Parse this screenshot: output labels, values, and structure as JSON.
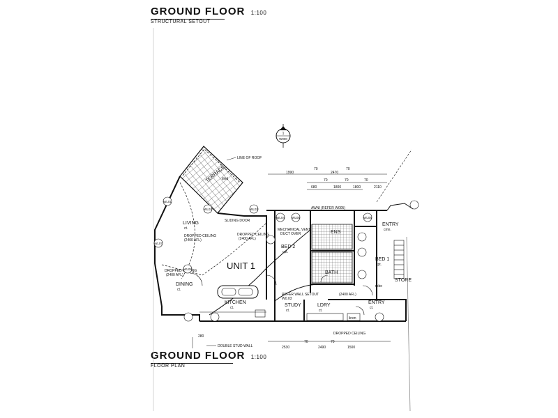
{
  "top_title": {
    "main": "GROUND FLOOR",
    "scale": "1:100",
    "subtitle": "STRUCTURAL SETOUT"
  },
  "bottom_title": {
    "main": "GROUND FLOOR",
    "scale": "1:100",
    "subtitle": "FLOOR PLAN"
  },
  "north_marker": {
    "number": "1",
    "sub": "W000"
  },
  "rooms": {
    "terrace": "TERRACE",
    "terrace_sub": "tiled",
    "living": "LIVING",
    "living_sub": "ct.",
    "living_ceiling": "DROPPED CEILING",
    "living_ceiling_height": "(2400 AFL)",
    "dropped_ceiling_2": "DROPPED CEILING",
    "dropped_ceiling_2_height": "(2400 AFL)",
    "dining_ceiling": "DROPPED CEILING",
    "dining_ceiling_height": "(2400 AFL)",
    "unit": "UNIT 1",
    "dining": "DINING",
    "dining_sub": "ct.",
    "kitchen": "KITCHEN",
    "kitchen_sub": "ct.",
    "bed2": "BED 2",
    "bed2_sub": "cpt.",
    "bed1": "BED 1",
    "bed1_sub": "cpt.",
    "ens": "ENS",
    "bath": "BATH",
    "study": "STUDY",
    "study_sub": "ct.",
    "lndry": "LDRY",
    "lndry_sub": "ct.",
    "entry": "ENTRY",
    "entry_sub": "ct.",
    "entry_top": "ENTRY",
    "entry_top_sub": "cmn.",
    "store": "STORE",
    "robe": "robe",
    "linen": "linen"
  },
  "annotations": {
    "line_of_roof": "LINE OF ROOF",
    "sliding_door": "SLIDING DOOR",
    "mech_vent": "MECHANICAL VENT",
    "duct_over": "DUCT OVER",
    "awning": "AWNI (REFER W005)",
    "refer_wall": "REFER WALL SETOUT",
    "refer_wall_2": "W0.03",
    "dropped_ceiling_bottom": "DROPPED CEILING",
    "double_stud": "DOUBLE STUD WALL",
    "dropped_ceiling_lobby": "(2400 AFL)"
  },
  "dimensions": {
    "top_row": [
      "1990",
      "70",
      "2470",
      "70"
    ],
    "mid_row": [
      "680",
      "70",
      "1800",
      "70",
      "1800",
      "70",
      "2110"
    ],
    "bottom_row": [
      "2530",
      "70",
      "2490",
      "70",
      "1500"
    ],
    "left_dim": "280"
  },
  "tags": [
    "WL01",
    "WL02",
    "WL03",
    "WL04",
    "WL05",
    "WL06",
    "WL07",
    "WL08"
  ]
}
